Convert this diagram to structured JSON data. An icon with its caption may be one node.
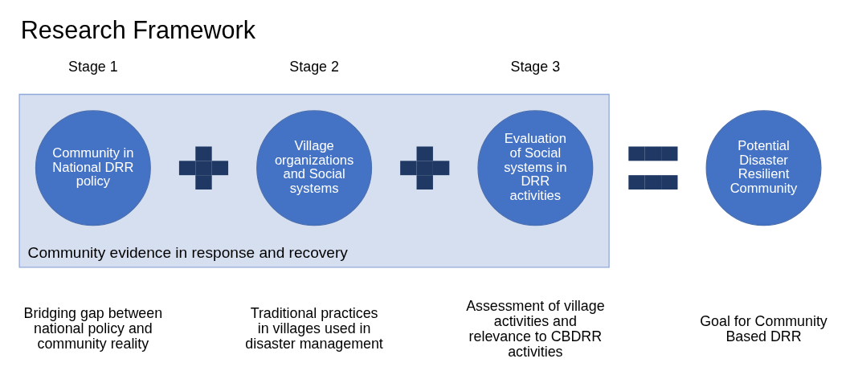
{
  "diagram": {
    "title": "Research Framework",
    "nodes": [
      {
        "text": [
          "Community evidence in response and recovery"
        ]
      },
      {
        "text": [
          "Community in National DRR policy"
        ],
        "in": 0,
        "beside": [
          "Stage 1"
        ]
      },
      {
        "text": [],
        "shape": "plus",
        "in": 0
      },
      {
        "text": [
          "Village organizations and Social systems"
        ],
        "in": 0,
        "beside": [
          "Stage 2"
        ]
      },
      {
        "text": [],
        "shape": "plus",
        "in": 0
      },
      {
        "text": [
          "Evaluation of Social systems in DRR activities"
        ],
        "in": 0,
        "beside": [
          "Stage 3"
        ]
      },
      {
        "text": [],
        "shape": "equals"
      },
      {
        "text": [
          "Potential Disaster Resilient Community"
        ]
      }
    ],
    "edges": [],
    "labels": [
      "Bridging gap between national policy and community reality",
      "Traditional practices in villages used in disaster management",
      "Assessment of village activities and relevance to CBDRR activities",
      "Goal for Community Based DRR"
    ]
  }
}
